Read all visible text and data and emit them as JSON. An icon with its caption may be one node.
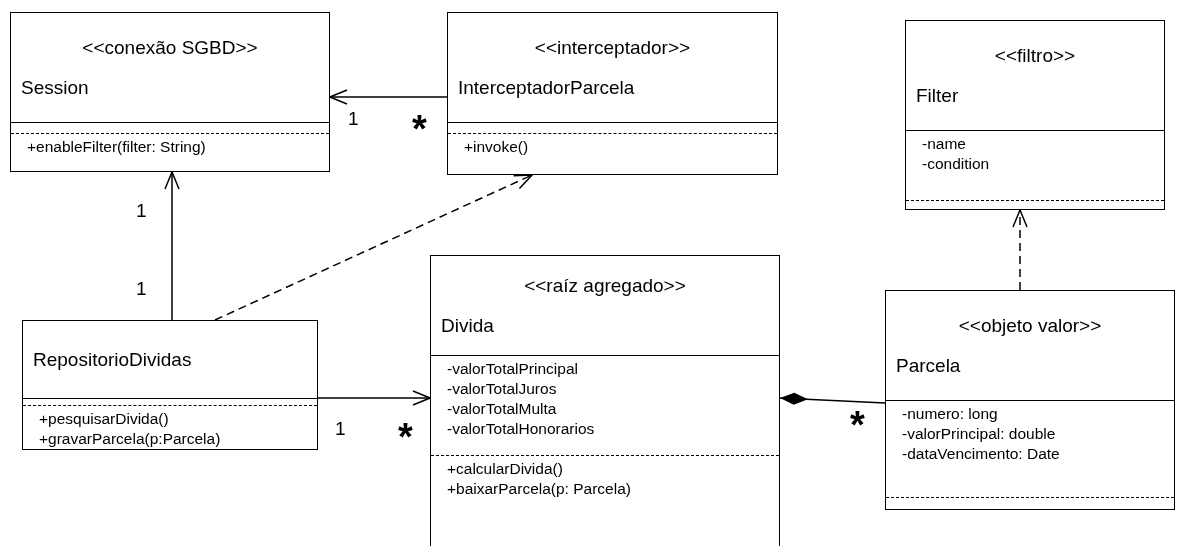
{
  "diagram": {
    "nodes": [
      {
        "text": [
          "<<conexão SGBD>>",
          "Session",
          "+enableFilter(filter: String)"
        ]
      },
      {
        "text": [
          "<<interceptador>>",
          "InterceptadorParcela",
          "+invoke()"
        ]
      },
      {
        "text": [
          "<<filtro>>",
          "Filter",
          "-name",
          "-condition"
        ]
      },
      {
        "text": [
          "RepositorioDividas",
          "+pesquisarDivida()",
          "+gravarParcela(p:Parcela)"
        ]
      },
      {
        "text": [
          "<<raíz agregado>>",
          "Divida",
          "-valorTotalPrincipal",
          "-valorTotalJuros",
          "-valorTotalMulta",
          "-valorTotalHonorarios",
          "+calcularDivida()",
          "+baixarParcela(p: Parcela)"
        ]
      },
      {
        "text": [
          "<<objeto valor>>",
          "Parcela",
          "-numero: long",
          "-valorPrincipal: double",
          "-dataVencimento: Date"
        ]
      }
    ],
    "edges": [
      {
        "from": 1,
        "to": 0,
        "arrow": "to"
      },
      {
        "from": 3,
        "to": 0,
        "arrow": "to"
      },
      {
        "from": 3,
        "to": 1,
        "arrow": "to",
        "style": "dashed"
      },
      {
        "from": 3,
        "to": 4,
        "arrow": "to"
      },
      {
        "from": 4,
        "to": 5,
        "arrow": "other"
      },
      {
        "from": 5,
        "to": 2,
        "arrow": "to",
        "style": "dashed"
      }
    ],
    "labels": [
      "1",
      "*",
      "1",
      "1",
      "1",
      "*",
      "*"
    ]
  }
}
